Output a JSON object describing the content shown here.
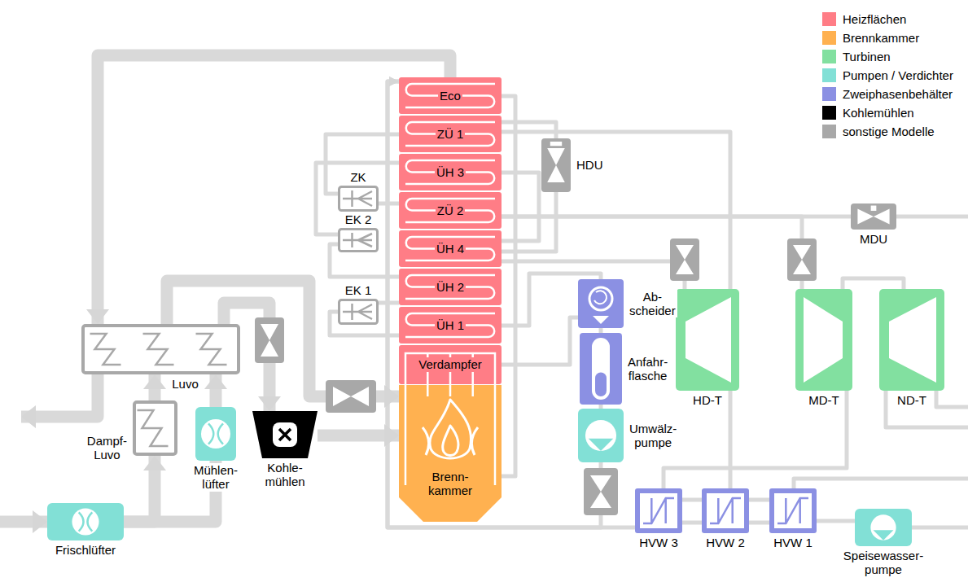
{
  "diagram": {
    "nodes": [
      {
        "text": [
          "Eco"
        ]
      },
      {
        "text": [
          "ZÜ 1"
        ]
      },
      {
        "text": [
          "ÜH 3"
        ]
      },
      {
        "text": [
          "ZÜ 2"
        ]
      },
      {
        "text": [
          "ÜH 4"
        ]
      },
      {
        "text": [
          "ÜH 2"
        ]
      },
      {
        "text": [
          "ÜH 1"
        ]
      },
      {
        "text": [
          "Verdampfer"
        ]
      },
      {
        "text": [
          "Brenn- kammer"
        ]
      },
      {
        "text": [
          "ZK"
        ]
      },
      {
        "text": [
          "EK 2"
        ]
      },
      {
        "text": [
          "EK 1"
        ]
      },
      {
        "text": [
          "HDU"
        ]
      },
      {
        "text": [
          "MDU"
        ]
      },
      {
        "text": [
          "Ab- scheider"
        ]
      },
      {
        "text": [
          "Anfahr- flasche"
        ]
      },
      {
        "text": [
          "Umwälz- pumpe"
        ]
      },
      {
        "text": [
          "HD-T"
        ]
      },
      {
        "text": [
          "MD-T"
        ]
      },
      {
        "text": [
          "ND-T"
        ]
      },
      {
        "text": [
          "Luvo"
        ]
      },
      {
        "text": [
          "Dampf- Luvo"
        ]
      },
      {
        "text": [
          "Mühlen- lüfter"
        ]
      },
      {
        "text": [
          "Kohle- mühlen"
        ]
      },
      {
        "text": [
          "Frischlüfter"
        ]
      },
      {
        "text": [
          "HVW 3"
        ]
      },
      {
        "text": [
          "HVW 2"
        ]
      },
      {
        "text": [
          "HVW 1"
        ]
      },
      {
        "text": [
          "Speisewasser- pumpe"
        ]
      }
    ],
    "edges": [
      {
        "from": 25,
        "to": 0,
        "arrow": "to"
      },
      {
        "from": 16,
        "to": 0,
        "arrow": "to"
      },
      {
        "from": 0,
        "to": 8,
        "arrow": "none"
      },
      {
        "from": 7,
        "to": 14,
        "arrow": "none"
      },
      {
        "from": 14,
        "to": 15,
        "arrow": "none"
      },
      {
        "from": 15,
        "to": 16,
        "arrow": "none"
      },
      {
        "from": 14,
        "to": 6,
        "arrow": "none"
      },
      {
        "from": 6,
        "to": 11,
        "arrow": "none"
      },
      {
        "from": 11,
        "to": 5,
        "arrow": "none"
      },
      {
        "from": 5,
        "to": 10,
        "arrow": "none"
      },
      {
        "from": 10,
        "to": 2,
        "arrow": "none"
      },
      {
        "from": 2,
        "to": 4,
        "arrow": "none"
      },
      {
        "from": 4,
        "to": 17,
        "arrow": "none"
      },
      {
        "from": 4,
        "to": 12,
        "arrow": "none"
      },
      {
        "from": 12,
        "to": 1,
        "arrow": "none"
      },
      {
        "from": 17,
        "to": 1,
        "arrow": "none"
      },
      {
        "from": 1,
        "to": 9,
        "arrow": "none"
      },
      {
        "from": 9,
        "to": 3,
        "arrow": "none"
      },
      {
        "from": 3,
        "to": 18,
        "arrow": "none"
      },
      {
        "from": 3,
        "to": 13,
        "arrow": "none"
      },
      {
        "from": 18,
        "to": 19,
        "arrow": "none"
      },
      {
        "from": 18,
        "to": 25,
        "arrow": "none"
      },
      {
        "from": 17,
        "to": 26,
        "arrow": "none"
      },
      {
        "from": 28,
        "to": 27,
        "arrow": "none"
      },
      {
        "from": 27,
        "to": 26,
        "arrow": "none"
      },
      {
        "from": 26,
        "to": 25,
        "arrow": "none"
      },
      {
        "from": 25,
        "to": 26,
        "arrow": "none"
      },
      {
        "from": 26,
        "to": 27,
        "arrow": "none"
      },
      {
        "from": 24,
        "to": 21,
        "arrow": "to"
      },
      {
        "from": 24,
        "to": 22,
        "arrow": "to"
      },
      {
        "from": 21,
        "to": 20,
        "arrow": "to"
      },
      {
        "from": 22,
        "to": 20,
        "arrow": "to"
      },
      {
        "from": 20,
        "to": 23,
        "arrow": "to"
      },
      {
        "from": 20,
        "to": 8,
        "arrow": "to"
      },
      {
        "from": 23,
        "to": 8,
        "arrow": "to"
      },
      {
        "from": 0,
        "to": 20,
        "arrow": "to"
      }
    ],
    "legend": [
      {
        "text": "Heizflächen",
        "color": "#ff7d86"
      },
      {
        "text": "Brennkammer",
        "color": "#ffb150"
      },
      {
        "text": "Turbinen",
        "color": "#82e0a0"
      },
      {
        "text": "Pumpen / Verdichter",
        "color": "#82e0d6"
      },
      {
        "text": "Zweiphasenbehälter",
        "color": "#8b90e3"
      },
      {
        "text": "Kohlemühlen",
        "color": "#000000"
      },
      {
        "text": "sonstige Modelle",
        "color": "#a8a8a8"
      }
    ]
  }
}
